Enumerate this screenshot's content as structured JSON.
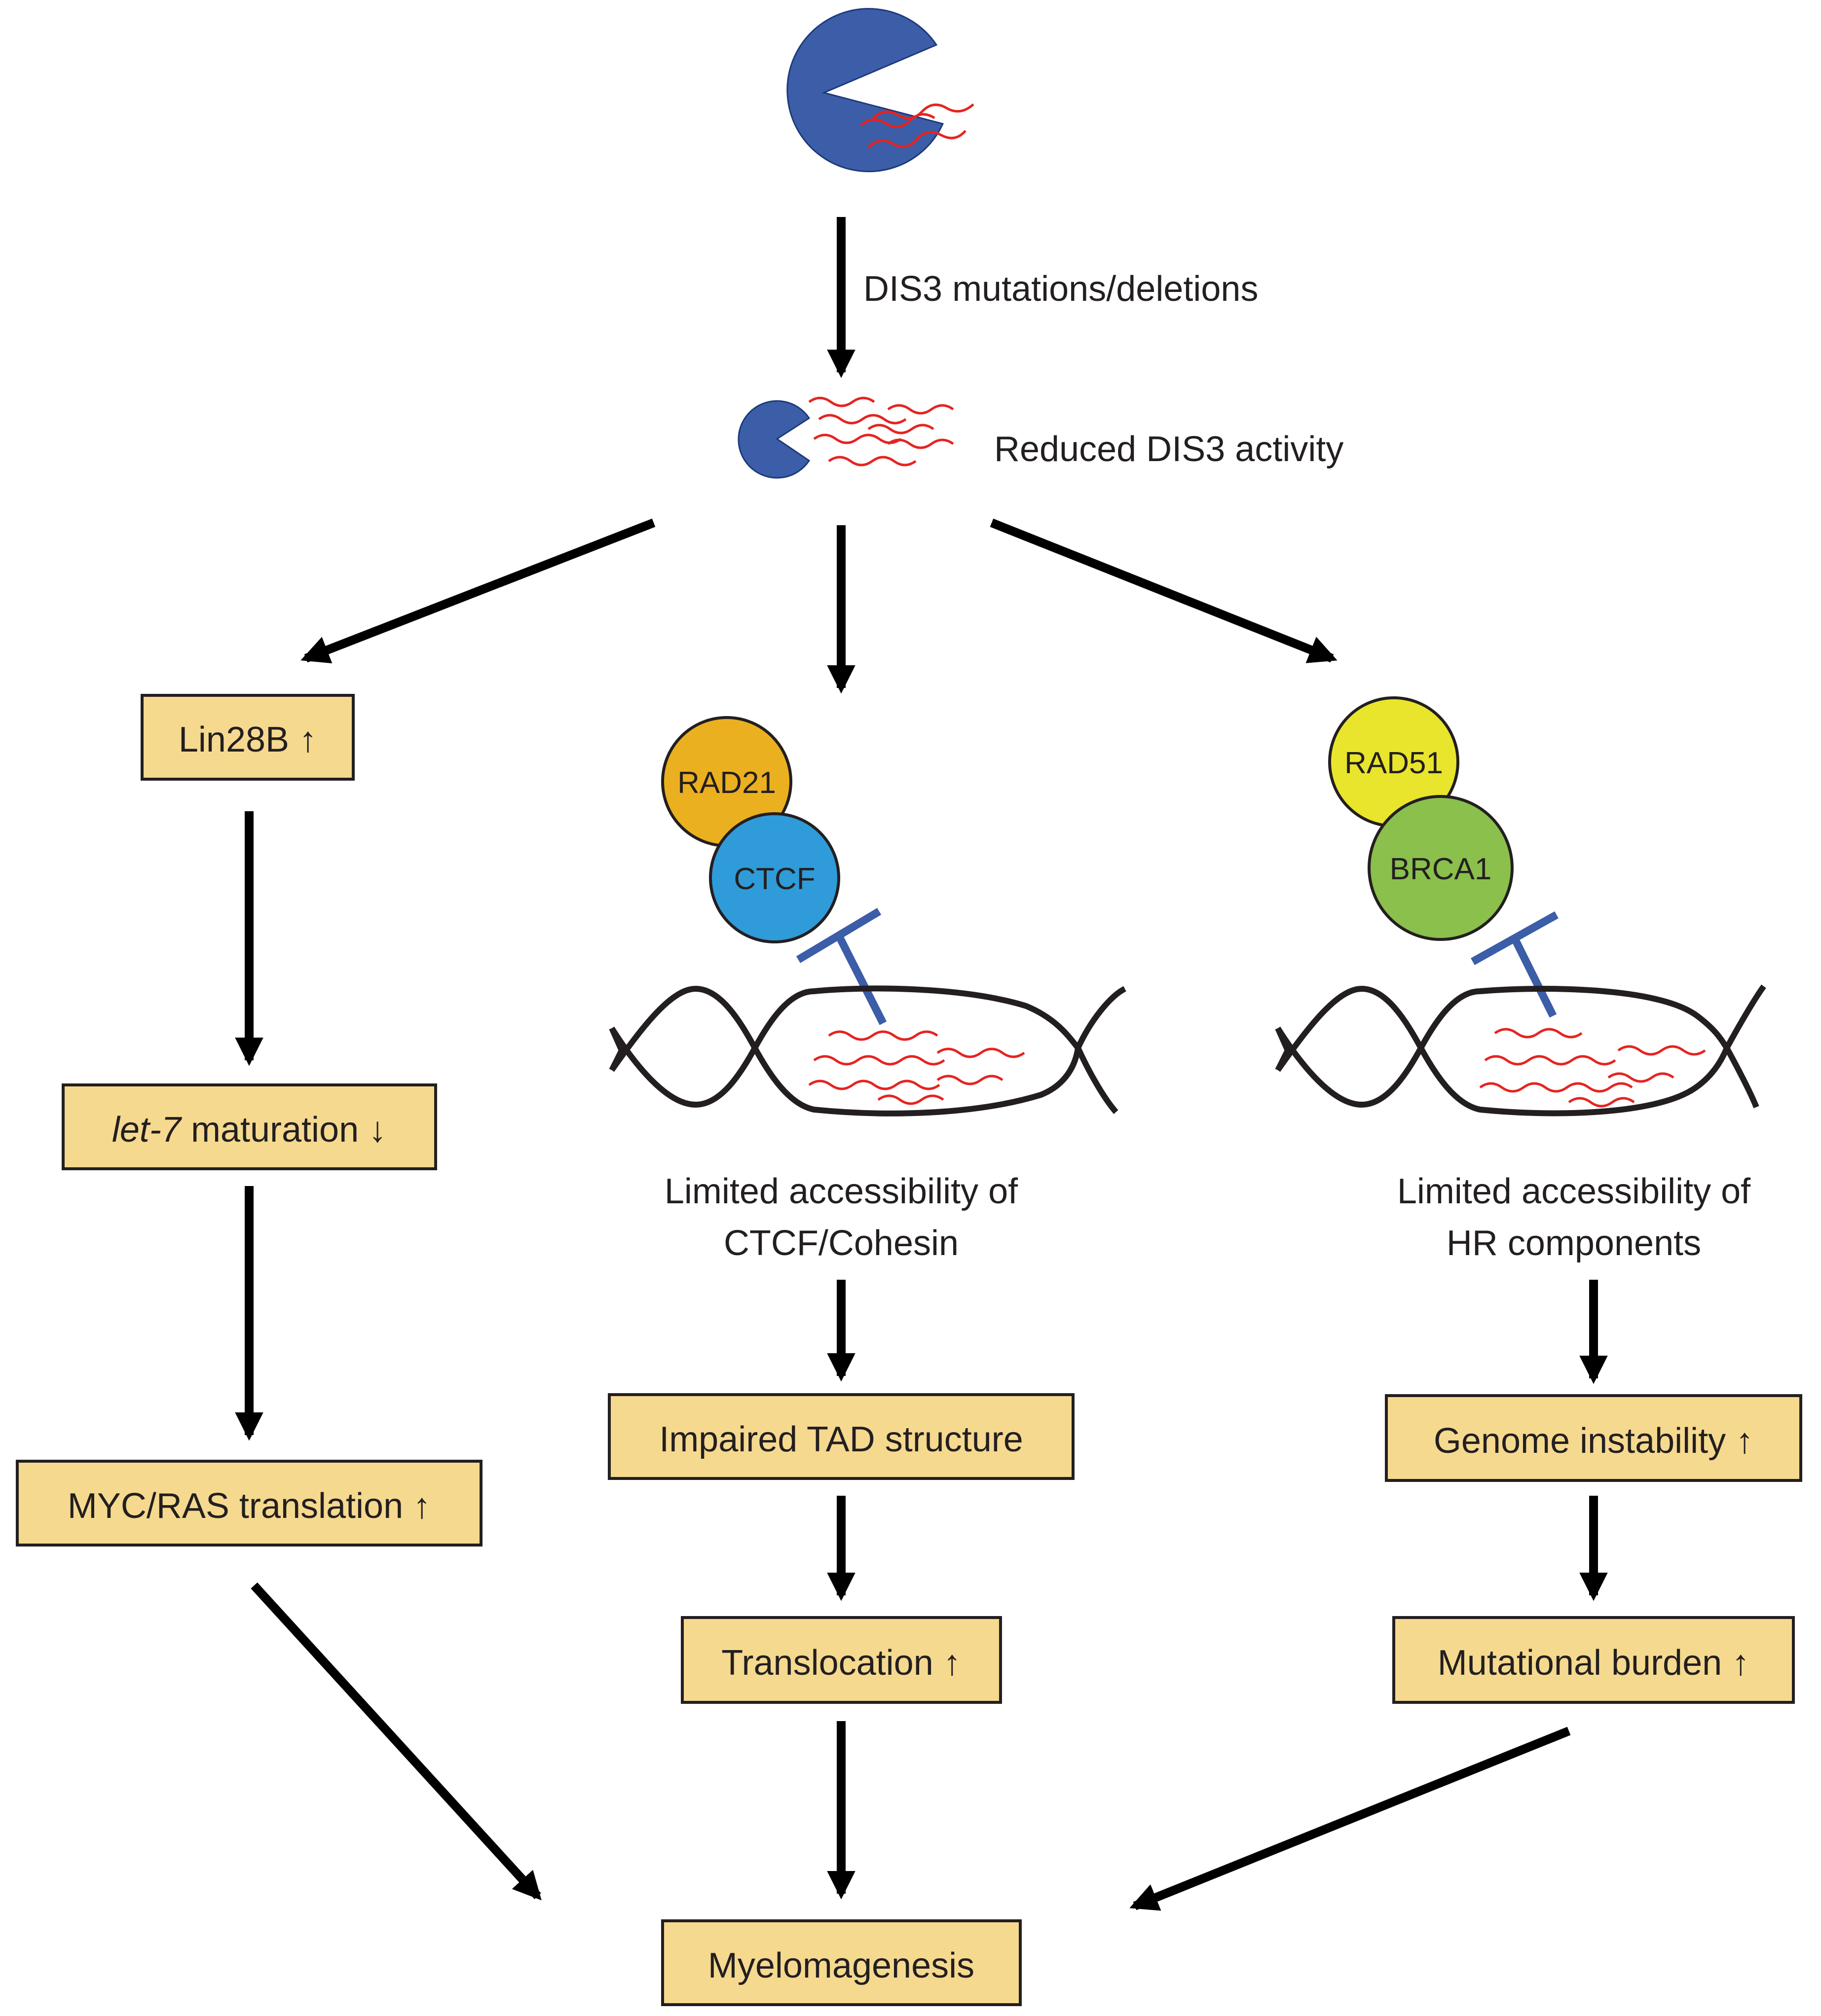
{
  "labels": {
    "mutation": "DIS3 mutations/deletions",
    "reduced": "Reduced DIS3 activity",
    "ctcf_access_1": "Limited accessibility of",
    "ctcf_access_2": "CTCF/Cohesin",
    "hr_access_1": "Limited accessibility of",
    "hr_access_2": "HR components"
  },
  "boxes": {
    "lin28b": "Lin28B ↑",
    "let7_italic": "let-7",
    "let7_rest": " maturation ↓",
    "myc_ras": "MYC/RAS translation ↑",
    "tad": "Impaired TAD structure",
    "translocation": "Translocation ↑",
    "genome": "Genome instability ↑",
    "mutational": "Mutational burden ↑",
    "myelomagenesis": "Myelomagenesis"
  },
  "proteins": {
    "rad21": "RAD21",
    "ctcf": "CTCF",
    "rad51": "RAD51",
    "brca1": "BRCA1"
  },
  "colors": {
    "dis3_enzyme": "#3c5da7",
    "rna": "#e52420",
    "box_fill": "#f5d98f",
    "rad21": "#ebb01f",
    "ctcf": "#2f9bd9",
    "rad51": "#e9e52c",
    "brca1": "#8ac04b",
    "inhibitor": "#3c5da7"
  }
}
